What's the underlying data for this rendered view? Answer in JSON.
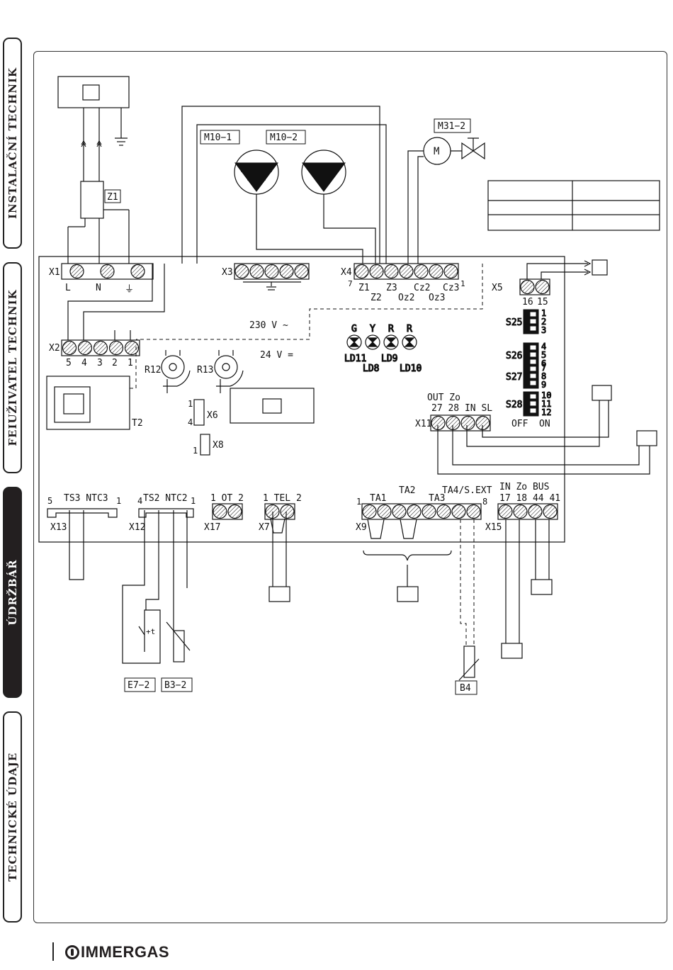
{
  "side_tabs": [
    {
      "label": "INSTALAČNÍ TECHNIK",
      "active": false
    },
    {
      "label": "FEIUŽIVATEL TECHNIK",
      "active": false
    },
    {
      "label": "ÚDRŽBÁŘ",
      "active": true
    },
    {
      "label": "TECHNICKÉ ÚDAJE",
      "active": false
    }
  ],
  "brand": "IMMERGAS",
  "components": {
    "z1": "Z1",
    "m10_1": "M10−1",
    "m10_2": "M10−2",
    "m31_2": "M31−2",
    "m_motor": "M",
    "t2": "T2",
    "r12": "R12",
    "r13": "R13",
    "e7_2": "E7−2",
    "b3_2": "B3−2",
    "b4": "B4",
    "plus_t": "+t",
    "x6": "X6",
    "x8": "X8"
  },
  "connectors": {
    "x1": {
      "name": "X1",
      "pins": [
        "L",
        "N",
        "⏚"
      ]
    },
    "x2": {
      "name": "X2",
      "pins": [
        "5",
        "4",
        "3",
        "2",
        "1"
      ]
    },
    "x3": {
      "name": "X3"
    },
    "x4": {
      "name": "X4",
      "pin_first": "7",
      "pin_last": "1",
      "top_labels": [
        "Z1",
        "Z3",
        "Cz2",
        "Cz3"
      ],
      "bottom_labels": [
        "Z2",
        "Oz2",
        "Oz3"
      ]
    },
    "x5": {
      "name": "X5",
      "pins": [
        "16",
        "15"
      ]
    },
    "x7": {
      "name": "X7",
      "header": "1 TEL 2"
    },
    "x9": {
      "name": "X9",
      "pin_first": "1",
      "pin_last": "8",
      "labels": [
        "TA1",
        "TA2",
        "TA3",
        "TA4/S.EXT"
      ]
    },
    "x11": {
      "name": "X11",
      "header_top": "OUT  Zo",
      "header": "27 28 IN  SL"
    },
    "x12": {
      "name": "X12",
      "pin_first": "4",
      "pin_last": "1",
      "label": "TS2  NTC2"
    },
    "x13": {
      "name": "X13",
      "pin_first": "5",
      "pin_last": "1",
      "label": "TS3  NTC3"
    },
    "x15": {
      "name": "X15",
      "header_top": "IN  Zo   BUS",
      "header": "17  18  44  41"
    },
    "x17": {
      "name": "X17",
      "header": "1  OT  2"
    }
  },
  "voltages": {
    "ac": "230 V ~",
    "dc": "24 V ="
  },
  "leds": [
    {
      "color_letter": "G",
      "name": "LD11"
    },
    {
      "color_letter": "Y",
      "name": "LD8"
    },
    {
      "color_letter": "R",
      "name": "LD9"
    },
    {
      "color_letter": "R",
      "name": "LD10"
    }
  ],
  "dip_switches": [
    {
      "name": "S25",
      "pins": [
        "1",
        "2",
        "3"
      ]
    },
    {
      "name": "S26",
      "pins": [
        "4",
        "5",
        "6"
      ]
    },
    {
      "name": "S27",
      "pins": [
        "7",
        "8",
        "9"
      ]
    },
    {
      "name": "S28",
      "pins": [
        "10",
        "11",
        "12"
      ]
    }
  ],
  "dip_states": {
    "off": "OFF",
    "on": "ON"
  },
  "x6_pins": {
    "first": "1",
    "last": "4"
  },
  "x8_pin": "1"
}
